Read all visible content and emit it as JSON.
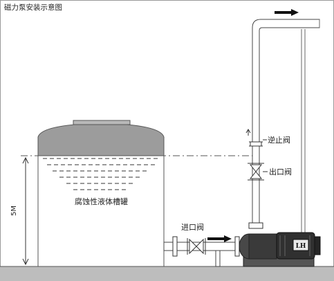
{
  "diagram": {
    "title": "磁力泵安装示意图",
    "labels": {
      "tank": "腐蚀性液体槽罐",
      "check_valve": "逆止阀",
      "outlet_valve": "出口阀",
      "inlet_valve": "进口阀",
      "height": "5M",
      "pump_badge": "LH"
    },
    "colors": {
      "tank_top": "#9c9c9c",
      "ground": "#bdbdbd",
      "pump_dark": "#303030",
      "line": "#333333"
    }
  }
}
